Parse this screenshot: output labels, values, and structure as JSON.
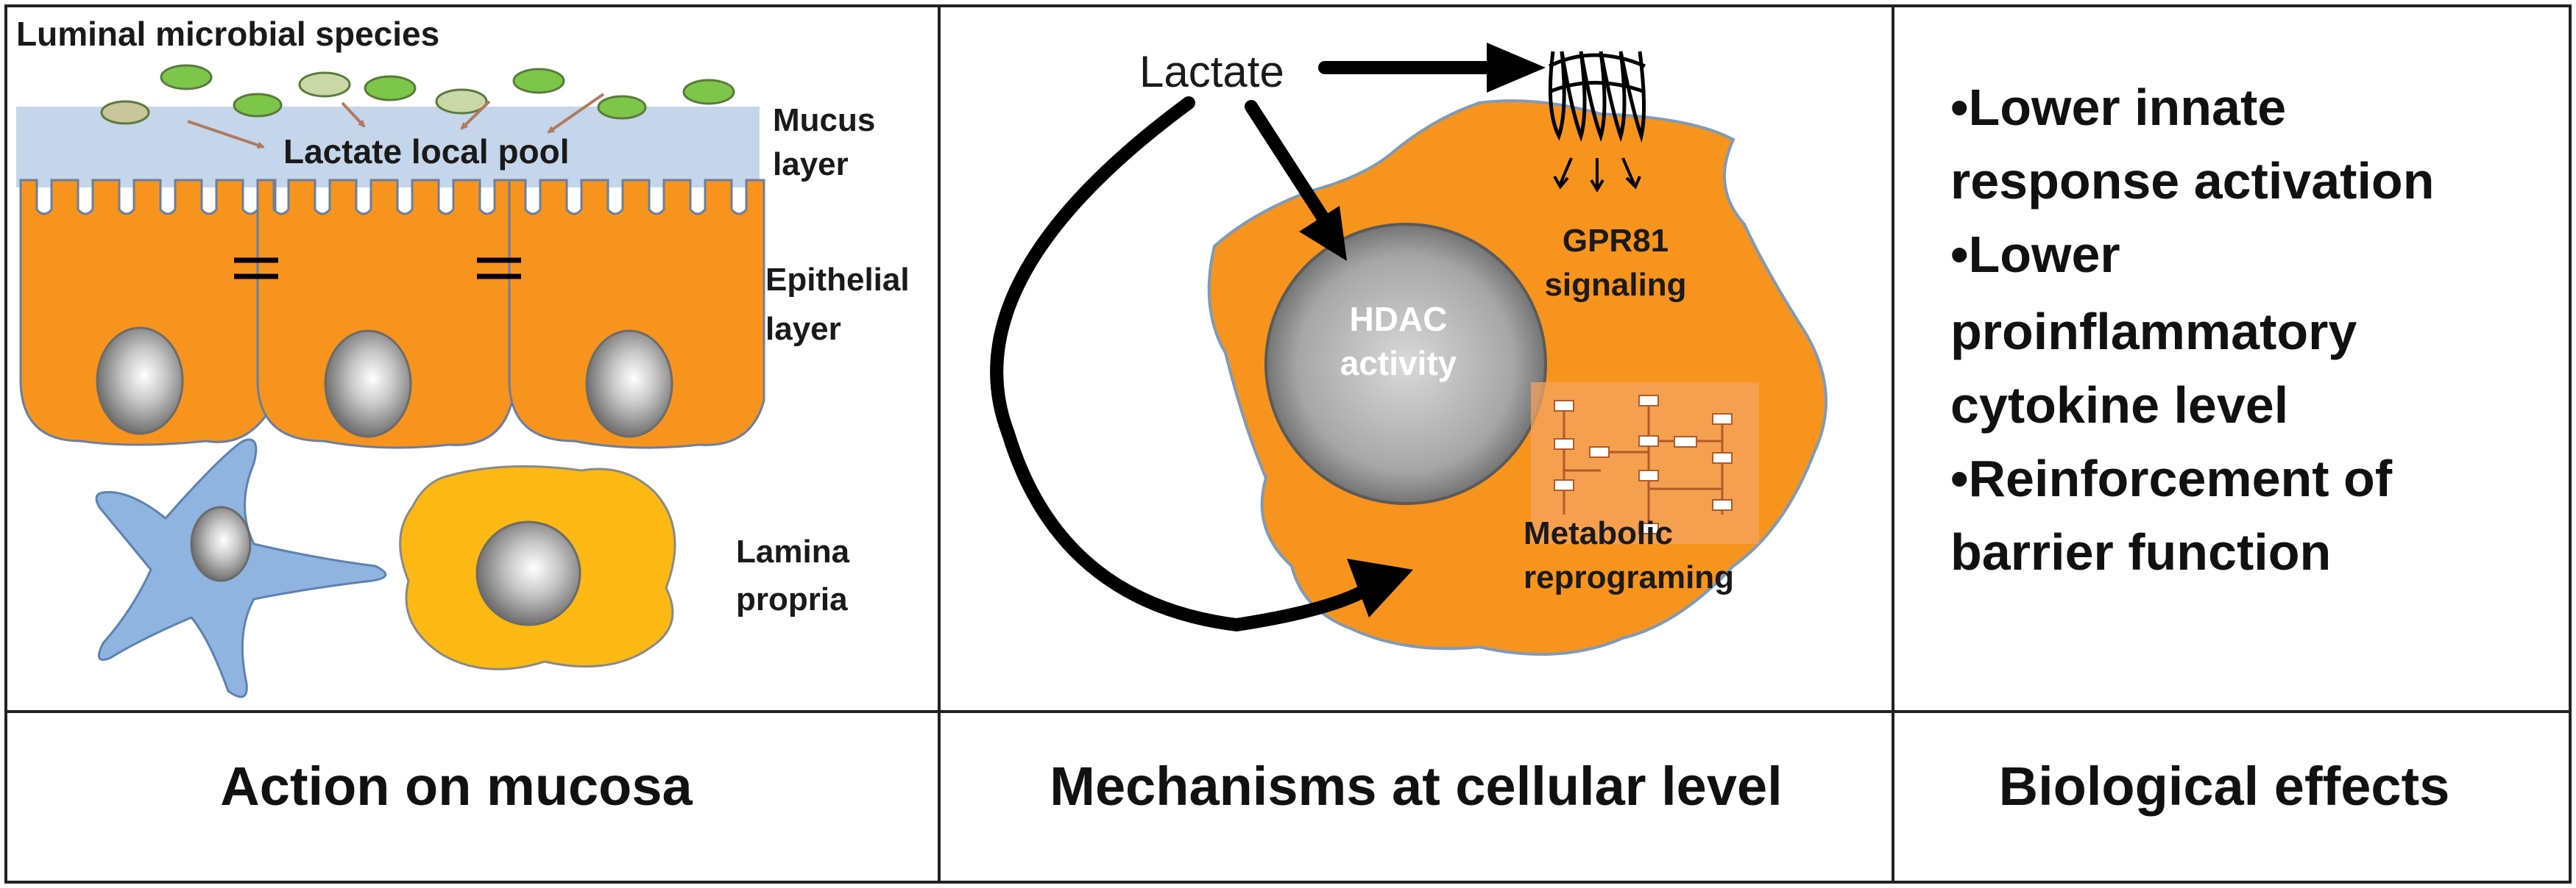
{
  "panels": {
    "mucosa": {
      "caption": "Action on mucosa",
      "labels": {
        "luminal": "Luminal microbial species",
        "lactate_pool": "Lactate local pool",
        "mucus_1": "Mucus",
        "mucus_2": "layer",
        "epithelial_1": "Epithelial",
        "epithelial_2": "layer",
        "lamina_1": "Lamina",
        "lamina_2": "propria"
      }
    },
    "mechanisms": {
      "caption": "Mechanisms at cellular level",
      "labels": {
        "lactate": "Lactate",
        "hdac_1": "HDAC",
        "hdac_2": "activity",
        "gpr81_1": "GPR81",
        "gpr81_2": "signaling",
        "metabolic_1": "Metabolic",
        "metabolic_2": "reprograming"
      }
    },
    "effects": {
      "caption": "Biological effects",
      "lines": [
        "•Lower innate",
        "response activation",
        "•Lower",
        "proinflammatory",
        "cytokine level",
        "•Reinforcement of",
        "barrier function"
      ]
    }
  },
  "colors": {
    "epithelium": "#f7941d",
    "mucus": "#c5d6ea",
    "dendritic_cell": "#8fb4e0",
    "lamina_cell": "#fdb913",
    "microbe_green": "#7cc64a",
    "microbe_pale": "#c9d8a6",
    "microbe_tan": "#c8c69a"
  }
}
